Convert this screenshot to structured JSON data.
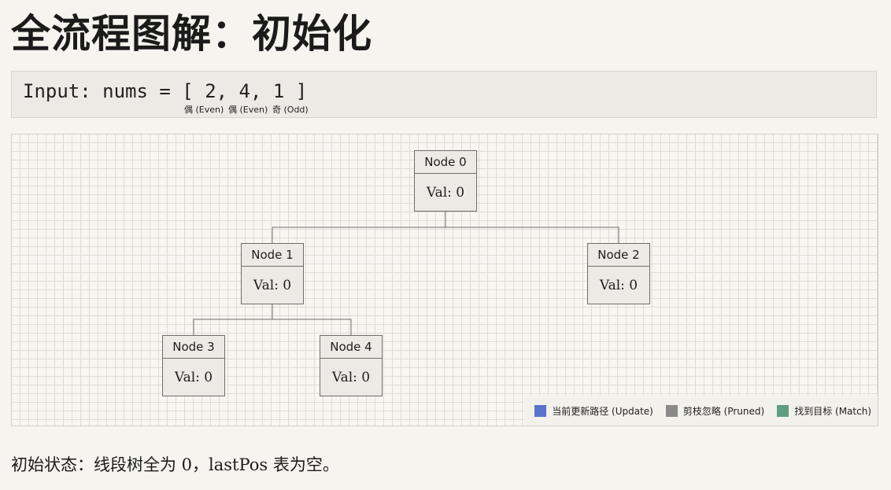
{
  "title": "全流程图解：初始化",
  "input": {
    "text": "Input: nums = [ 2, 4, 1 ]",
    "parity": [
      "偶 (Even)",
      "偶 (Even)",
      "奇 (Odd)"
    ]
  },
  "tree": {
    "nodes": [
      {
        "label": "Node 0",
        "val": "Val: 0"
      },
      {
        "label": "Node 1",
        "val": "Val: 0"
      },
      {
        "label": "Node 2",
        "val": "Val: 0"
      },
      {
        "label": "Node 3",
        "val": "Val: 0"
      },
      {
        "label": "Node 4",
        "val": "Val: 0"
      }
    ],
    "edges": [
      [
        0,
        1
      ],
      [
        0,
        2
      ],
      [
        1,
        3
      ],
      [
        1,
        4
      ]
    ]
  },
  "legend": [
    {
      "label": "当前更新路径 (Update)",
      "color": "#5b72cc"
    },
    {
      "label": "剪枝忽略 (Pruned)",
      "color": "#8a8a88"
    },
    {
      "label": "找到目标 (Match)",
      "color": "#5f9e80"
    }
  ],
  "caption": "初始状态：线段树全为 0，lastPos 表为空。"
}
